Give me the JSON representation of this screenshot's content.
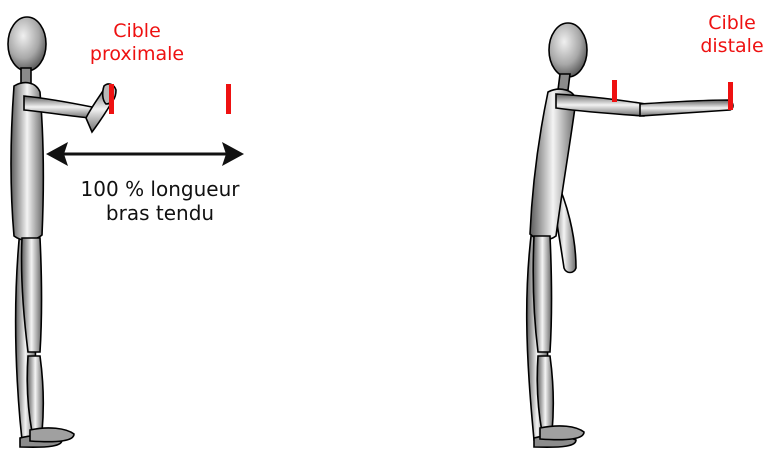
{
  "labels": {
    "proximal_target": [
      "Cible",
      "proximale"
    ],
    "distal_target": [
      "Cible",
      "distale"
    ],
    "arm_length": [
      "100 % longueur",
      "bras tendu"
    ]
  },
  "colors": {
    "target_marker": "#ee1111",
    "label_red": "#ee1111",
    "arrow": "#111111",
    "figure_fill": "#9a9a9a",
    "figure_stroke": "#000000"
  },
  "figures": [
    {
      "name": "standing-figure",
      "pose": "forearm raised to proximal target"
    },
    {
      "name": "reaching-figure",
      "pose": "arm extended forward to distal target"
    }
  ]
}
